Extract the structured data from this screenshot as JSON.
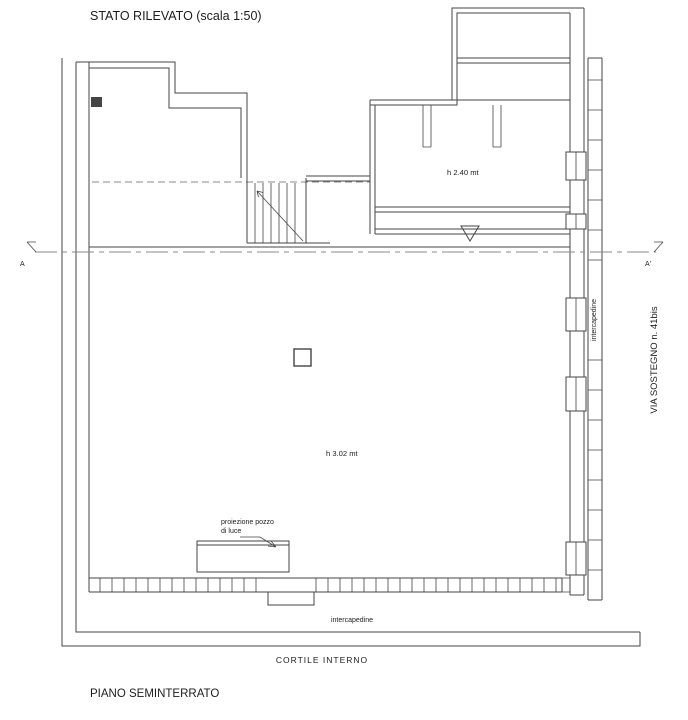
{
  "drawing": {
    "title": "STATO RILEVATO (scala 1:50)",
    "floor_label": "PIANO SEMINTERRATO",
    "labels": {
      "upper_room_height": "h 2.40 mt",
      "main_room_height": "h 3.02 mt",
      "light_well_1": "proiezione pozzo",
      "light_well_2": "di luce",
      "bottom_cavity": "intercapedine",
      "right_cavity": "intercapedine",
      "courtyard": "CORTILE INTERNO",
      "street": "VIA SOSTEGNO n. 41bis",
      "section_left": "A",
      "section_right": "A'"
    }
  },
  "colors": {
    "line": "#454545",
    "lineLight": "#8a8a8a",
    "text": "#1d1d1d",
    "background": "#ffffff"
  }
}
